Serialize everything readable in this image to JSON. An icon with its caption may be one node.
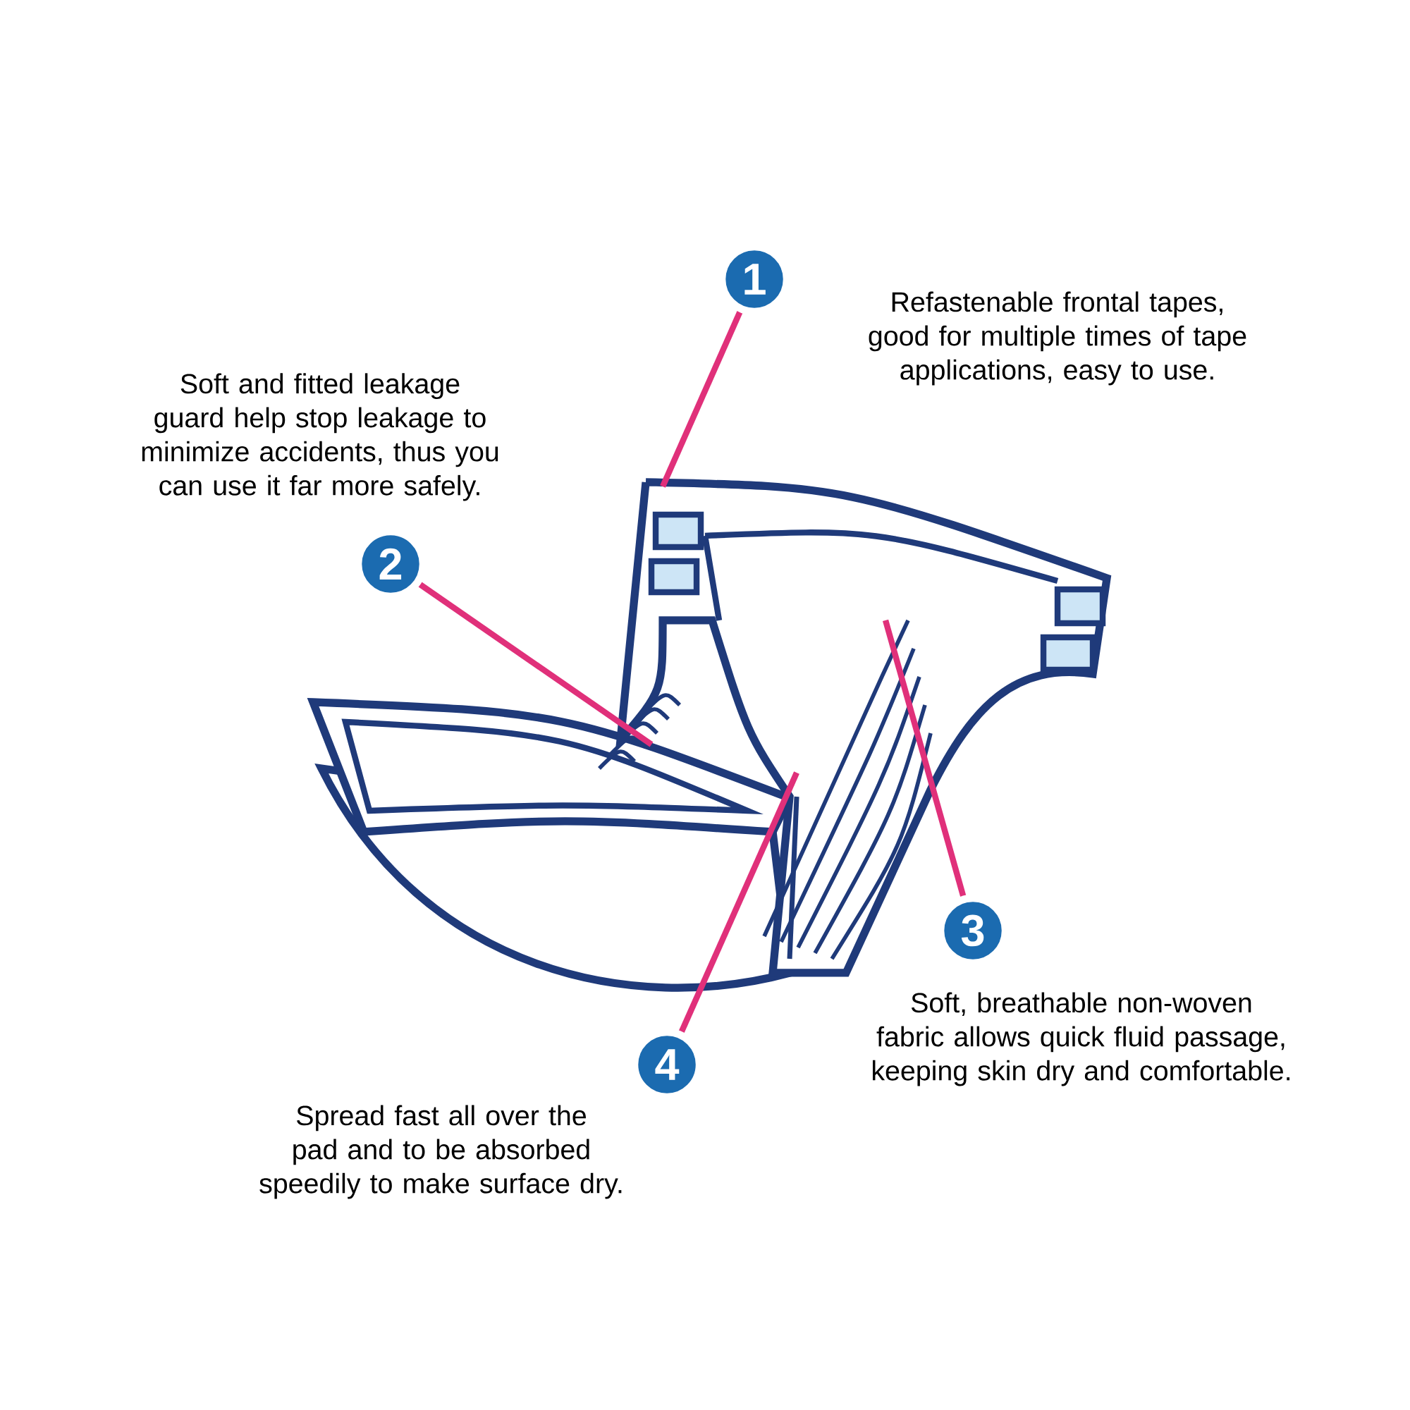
{
  "diagram": {
    "nodes": [
      {
        "text": [
          "1"
        ],
        "beside": [
          "Refastenable frontal tapes, good for multiple times of tape applications, easy to use."
        ]
      },
      {
        "text": [
          "2"
        ],
        "beside": [
          "Soft and fitted leakage guard help stop leakage to minimize accidents, thus you can use it far more safely."
        ]
      },
      {
        "text": [
          "3"
        ],
        "beside": [
          "Soft, breathable non-woven fabric allows quick fluid passage, keeping skin dry and comfortable."
        ]
      },
      {
        "text": [
          "4"
        ],
        "beside": [
          "Spread fast all over the pad and to be absorbed speedily to make surface dry."
        ]
      }
    ],
    "edges": [
      {
        "from": 0,
        "to": null,
        "arrow": "none"
      },
      {
        "from": 1,
        "to": null,
        "arrow": "none"
      },
      {
        "from": 2,
        "to": null,
        "arrow": "none"
      },
      {
        "from": 3,
        "to": null,
        "arrow": "none"
      }
    ]
  }
}
